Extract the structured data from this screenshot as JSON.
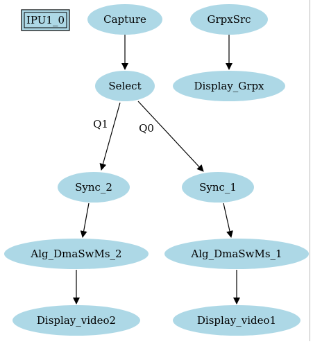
{
  "diagram": {
    "core_label": "IPU1_0",
    "nodes": {
      "capture": "Capture",
      "grpxsrc": "GrpxSrc",
      "select": "Select",
      "display_grpx": "Display_Grpx",
      "sync_2": "Sync_2",
      "sync_1": "Sync_1",
      "alg_2": "Alg_DmaSwMs_2",
      "alg_1": "Alg_DmaSwMs_1",
      "display_video2": "Display_video2",
      "display_video1": "Display_video1"
    },
    "edge_labels": {
      "q1": "Q1",
      "q0": "Q0"
    },
    "colors": {
      "node_fill": "#add8e6",
      "edge": "#000000",
      "text": "#000000"
    }
  }
}
